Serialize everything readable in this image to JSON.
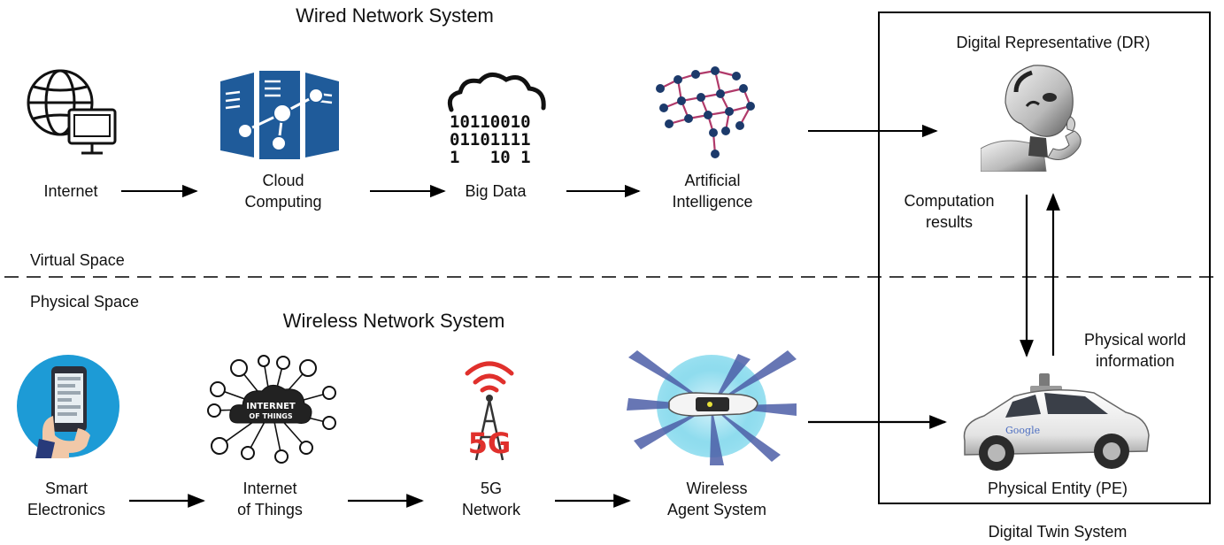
{
  "wired": {
    "title": "Wired Network System",
    "nodes": [
      {
        "label": "Internet",
        "icon": "globe-monitor-icon"
      },
      {
        "label": "Cloud\nComputing",
        "icon": "cloud-server-icon"
      },
      {
        "label": "Big Data",
        "icon": "cloud-binary-icon"
      },
      {
        "label": "Artificial\nIntelligence",
        "icon": "brain-circuit-icon"
      }
    ],
    "binary_lines": [
      "10110010",
      "01101111",
      "1   10 1"
    ]
  },
  "wireless": {
    "title": "Wireless Network System",
    "nodes": [
      {
        "label": "Smart\nElectronics",
        "icon": "smartphone-hand-icon"
      },
      {
        "label": "Internet\nof Things",
        "icon": "iot-cloud-icon"
      },
      {
        "label": "5G\nNetwork",
        "icon": "5g-tower-icon"
      },
      {
        "label": "Wireless\nAgent System",
        "icon": "car-sensor-icon"
      }
    ],
    "iot_cloud_text": [
      "INTERNET",
      "OF THINGS"
    ],
    "tower_text": "5G"
  },
  "spaces": {
    "virtual": "Virtual Space",
    "physical": "Physical Space"
  },
  "twin": {
    "dr_label": "Digital Representative (DR)",
    "pe_label": "Physical Entity (PE)",
    "down_label": "Computation\nresults",
    "up_label": "Physical world\ninformation",
    "system_label": "Digital Twin System",
    "dr_icon": "robot-thinker-icon",
    "pe_icon": "self-driving-car-icon",
    "car_brand": "Google"
  },
  "colors": {
    "cloud_blue": "#1f5b9a",
    "ai_navy": "#1c3a6b",
    "ai_magenta": "#b03a6a",
    "signal_red": "#e0302c",
    "phone_circle": "#1d9bd6",
    "sensor_cyan": "#6fd3ea"
  }
}
